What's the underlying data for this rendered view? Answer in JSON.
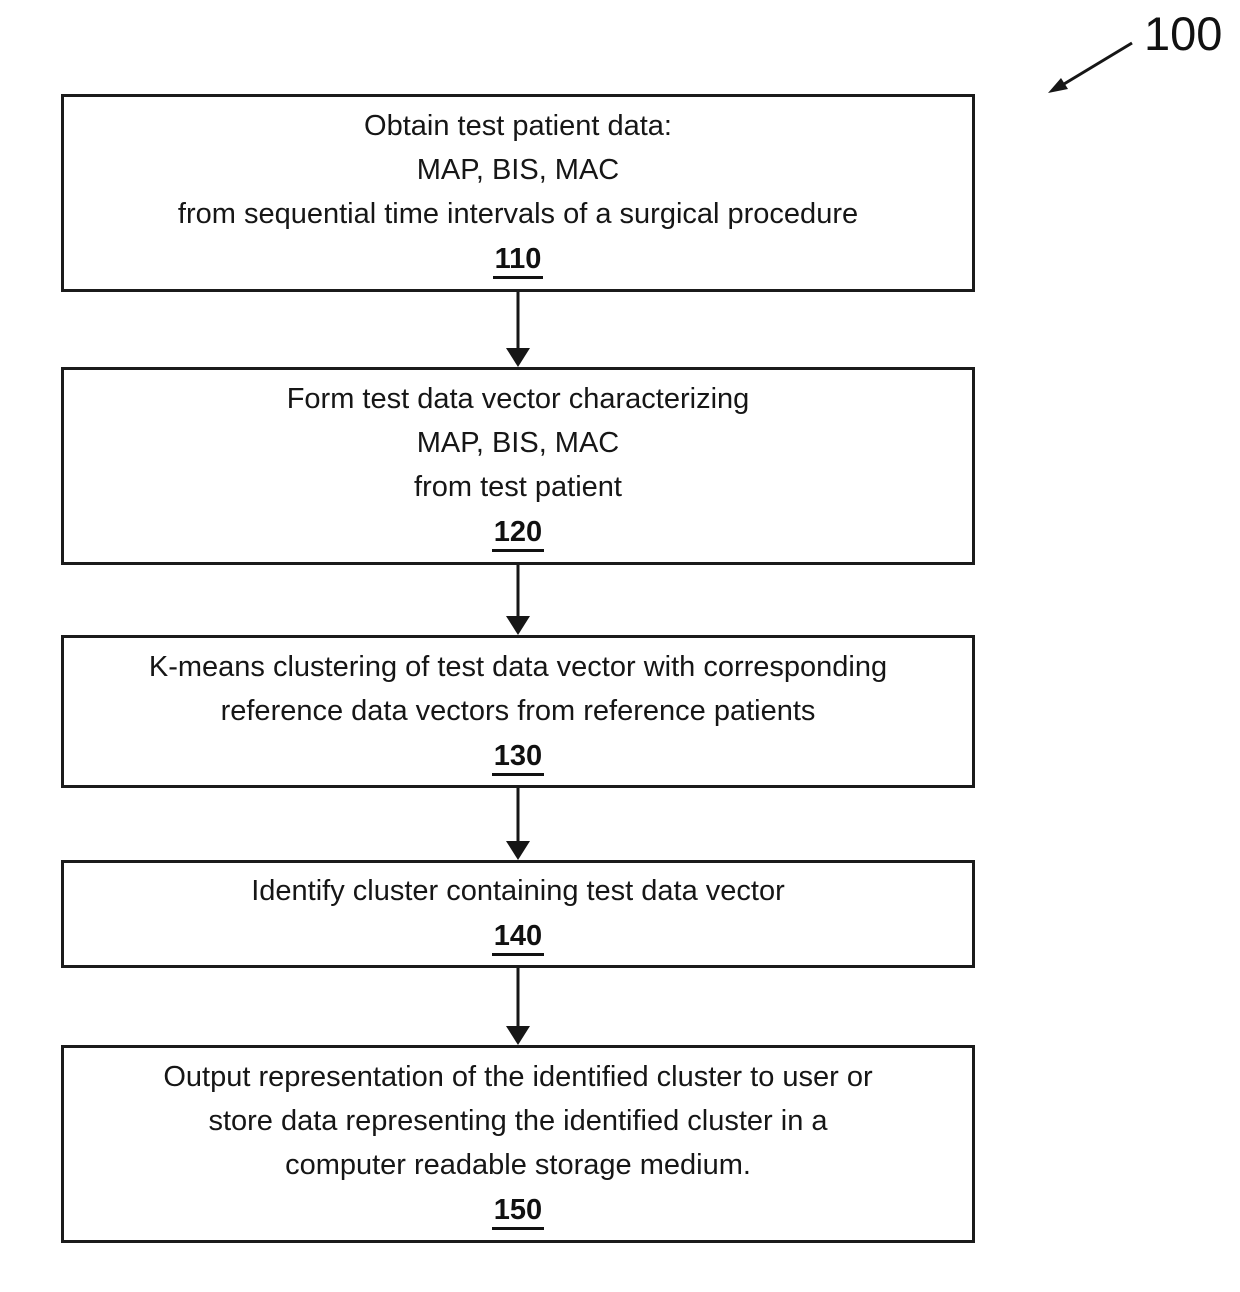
{
  "figure": {
    "label": "100"
  },
  "flowchart": {
    "boxes": [
      {
        "lines": [
          "Obtain test patient data:",
          "MAP, BIS, MAC",
          "from sequential time intervals of a surgical procedure"
        ],
        "ref": "110"
      },
      {
        "lines": [
          "Form test data vector characterizing",
          "MAP, BIS, MAC",
          "from test patient"
        ],
        "ref": "120"
      },
      {
        "lines": [
          "K-means clustering of test data vector with corresponding",
          "reference data vectors from reference patients"
        ],
        "ref": "130"
      },
      {
        "lines": [
          "Identify cluster containing test data vector"
        ],
        "ref": "140"
      },
      {
        "lines": [
          "Output representation of the identified cluster to user or",
          "store data representing the identified cluster in a",
          "computer readable storage medium."
        ],
        "ref": "150"
      }
    ]
  },
  "colors": {
    "ink": "#161616",
    "background": "#ffffff"
  }
}
